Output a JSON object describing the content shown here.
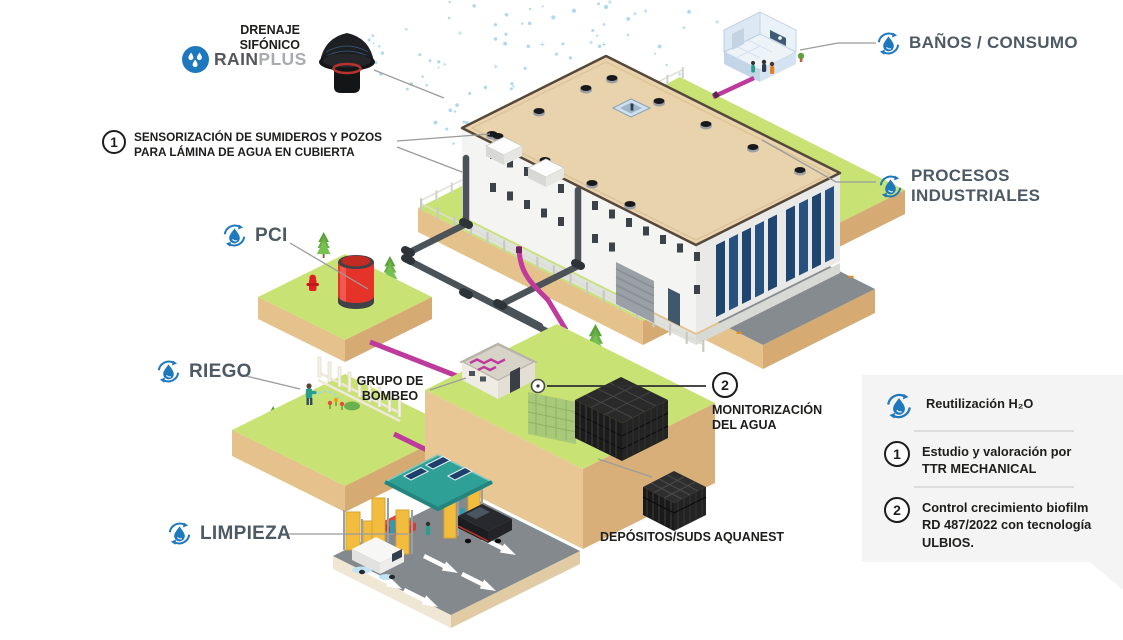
{
  "callouts": {
    "drenaje_sifonico": {
      "lines": [
        "DRENAJE",
        "SIFÓNICO"
      ]
    },
    "rainplus": {
      "word_bold": "RAIN",
      "word_light": "PLUS"
    },
    "sensorizacion": {
      "badge": "1",
      "lines": [
        "SENSORIZACIÓN DE SUMIDEROS Y POZOS",
        "PARA LÁMINA DE AGUA EN CUBIERTA"
      ]
    },
    "pci": {
      "label": "PCI"
    },
    "riego": {
      "label": "RIEGO"
    },
    "grupo_bombeo": {
      "lines": [
        "GRUPO DE",
        "BOMBEO"
      ]
    },
    "limpieza": {
      "label": "LIMPIEZA"
    },
    "banos_consumo": {
      "label": "BAÑOS / CONSUMO"
    },
    "procesos_industriales": {
      "lines": [
        "PROCESOS",
        "INDUSTRIALES"
      ]
    },
    "monitorizacion": {
      "badge": "2",
      "lines": [
        "MONITORIZACIÓN",
        "DEL AGUA"
      ]
    },
    "depositos": {
      "label": "DEPÓSITOS/SUDS AQUANEST"
    }
  },
  "legend": {
    "row_reutilizacion": {
      "text": "Reutilización H₂O"
    },
    "row_estudio": {
      "badge": "1",
      "lines": [
        "Estudio y valoración por",
        "TTR MECHANICAL"
      ]
    },
    "row_control": {
      "badge": "2",
      "lines": [
        "Control crecimiento biofilm",
        "RD 487/2022 con tecnología",
        "ULBIOS."
      ]
    }
  },
  "colors": {
    "accent_blue": "#1e78bd",
    "label_slate": "#4d5a66",
    "label_black": "#1d1d1b",
    "pipe_pink": "#bf3a9d",
    "pipe_dark": "#4b5258",
    "grass_green": "#c9e274",
    "earth_tan": "#e5c18b",
    "roof_tan": "#e8d3ad",
    "legend_bg": "#f4f4f4",
    "carwash_teal": "#2fa096",
    "panel_yellow": "#f2bd3f",
    "tank_red": "#e63329",
    "rain_blue": "#aed9ef"
  }
}
